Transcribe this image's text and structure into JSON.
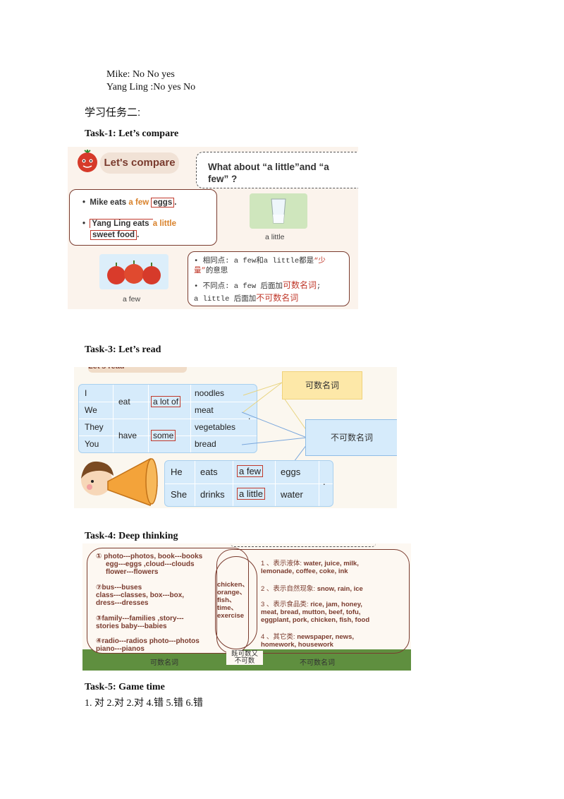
{
  "header": {
    "mike": "Mike: No No yes",
    "yangling": "Yang Ling :No yes No",
    "section": "学习任务二:"
  },
  "task1": {
    "title": "Task-1: Let’s  compare",
    "badge": "Let's compare",
    "question": "What about “a little”and “a few” ?",
    "s1_pre": "Mike eats ",
    "s1_hl": "a few",
    "s1_box": "eggs",
    "s1_end": ".",
    "s2_pre": "Yang Ling eats ",
    "s2_hl": "a little",
    "s2_box": "sweet food",
    "s2_end": ".",
    "img_little_label": "a little",
    "img_few_label": "a few",
    "note1_a": "相同点: a few和a little都是",
    "note1_b": "“少量”",
    "note1_c": "的意思",
    "note2_a": "不同点: a few 后面加",
    "note2_b": "可数名词",
    "note2_c": ";",
    "note3_a": "a little 后面加",
    "note3_b": "不可数名词"
  },
  "task3": {
    "title": "Task-3: Let’s  read",
    "header_clip": "Let's read",
    "subjects": [
      "I",
      "We",
      "They",
      "You"
    ],
    "verb1": "eat",
    "verb2": "have",
    "quant1": "a lot of",
    "quant2": "some",
    "nouns": [
      "noodles",
      "meat",
      "vegetables",
      "bread"
    ],
    "dot": ".",
    "label_countable": "可数名词",
    "label_uncountable": "不可数名词",
    "row2_subjects": [
      "He",
      "She"
    ],
    "row2_verbs": [
      "eats",
      "drinks"
    ],
    "row2_quants": [
      "a few",
      "a little"
    ],
    "row2_nouns": [
      "eggs",
      "water"
    ],
    "row2_dot": "."
  },
  "task4": {
    "title": "Task-4: Deep  thinking",
    "left_items": [
      [
        "① photo---photos, book---books",
        "egg---eggs ,cloud---clouds",
        "flower---flowers"
      ],
      [
        "⑦bus---buses",
        "class---classes, box---box,",
        "dress---dresses"
      ],
      [
        "③family---families ,story---",
        "stories baby---babies"
      ],
      [
        "④radio---radios photo---photos",
        "piano---pianos"
      ]
    ],
    "middle_items": [
      "chicken、",
      "orange、",
      "fish、",
      "time、",
      "exercise"
    ],
    "right_items": [
      [
        "1 、表示液体: ",
        "water, juice, milk,",
        "lemonade, coffee, coke, ink"
      ],
      [
        "2 、表示自然现象: ",
        "snow, rain, ice",
        ""
      ],
      [
        "3 、表示食品类: ",
        "rice, jam, honey,",
        "meat, bread, mutton, beef, tofu,",
        "eggplant, pork, chicken, fish, food"
      ],
      [
        "4 、其它类: ",
        "newspaper, news,",
        "homework, housework"
      ]
    ],
    "caption_left": "可数名词",
    "caption_mid_1": "既可数又",
    "caption_mid_2": "不可数",
    "caption_right": "不可数名词"
  },
  "task5": {
    "title": "Task-5: Game  time",
    "answers": "1.  对  2.对  2.对  4.错  5.错  6.错"
  },
  "colors": {
    "brown": "#7a3b2e",
    "orange": "#d9822b",
    "red_box": "#c0392b",
    "blue_table": "#cfe7fb",
    "yellow_box": "#fde8a8"
  }
}
